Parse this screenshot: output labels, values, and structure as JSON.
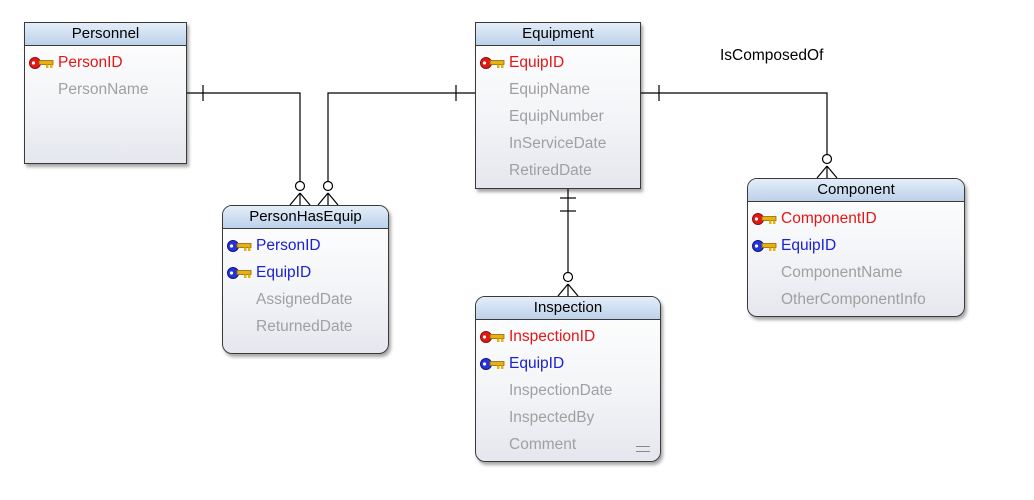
{
  "entities": {
    "personnel": {
      "name": "Personnel",
      "attributes": [
        {
          "name": "PersonID",
          "key": "pk"
        },
        {
          "name": "PersonName",
          "key": "none"
        }
      ]
    },
    "equipment": {
      "name": "Equipment",
      "attributes": [
        {
          "name": "EquipID",
          "key": "pk"
        },
        {
          "name": "EquipName",
          "key": "none"
        },
        {
          "name": "EquipNumber",
          "key": "none"
        },
        {
          "name": "InServiceDate",
          "key": "none"
        },
        {
          "name": "RetiredDate",
          "key": "none"
        }
      ]
    },
    "person_has_equip": {
      "name": "PersonHasEquip",
      "attributes": [
        {
          "name": "PersonID",
          "key": "fk"
        },
        {
          "name": "EquipID",
          "key": "fk"
        },
        {
          "name": "AssignedDate",
          "key": "none"
        },
        {
          "name": "ReturnedDate",
          "key": "none"
        }
      ]
    },
    "component": {
      "name": "Component",
      "attributes": [
        {
          "name": "ComponentID",
          "key": "pk"
        },
        {
          "name": "EquipID",
          "key": "fk"
        },
        {
          "name": "ComponentName",
          "key": "none"
        },
        {
          "name": "OtherComponentInfo",
          "key": "none"
        }
      ]
    },
    "inspection": {
      "name": "Inspection",
      "attributes": [
        {
          "name": "InspectionID",
          "key": "pk"
        },
        {
          "name": "EquipID",
          "key": "fk"
        },
        {
          "name": "InspectionDate",
          "key": "none"
        },
        {
          "name": "InspectedBy",
          "key": "none"
        },
        {
          "name": "Comment",
          "key": "none"
        }
      ]
    }
  },
  "relationships": {
    "personnel_to_person_has_equip": {
      "from": "Personnel",
      "to": "PersonHasEquip",
      "cardinality": "one-to-zero-or-many"
    },
    "equipment_to_person_has_equip": {
      "from": "Equipment",
      "to": "PersonHasEquip",
      "cardinality": "one-to-zero-or-many"
    },
    "equipment_to_inspection": {
      "from": "Equipment",
      "to": "Inspection",
      "cardinality": "one-to-zero-or-many"
    },
    "equipment_to_component": {
      "from": "Equipment",
      "to": "Component",
      "cardinality": "one-to-zero-or-many",
      "label": "IsComposedOf"
    }
  },
  "colors": {
    "primary_key": "#e41616",
    "foreign_key": "#1a20d6",
    "attribute": "#a0a0a0",
    "header": "#bcd1ea",
    "line": "#000000"
  },
  "icons": {
    "primary_key": "red-key-icon",
    "foreign_key": "blue-key-icon"
  }
}
